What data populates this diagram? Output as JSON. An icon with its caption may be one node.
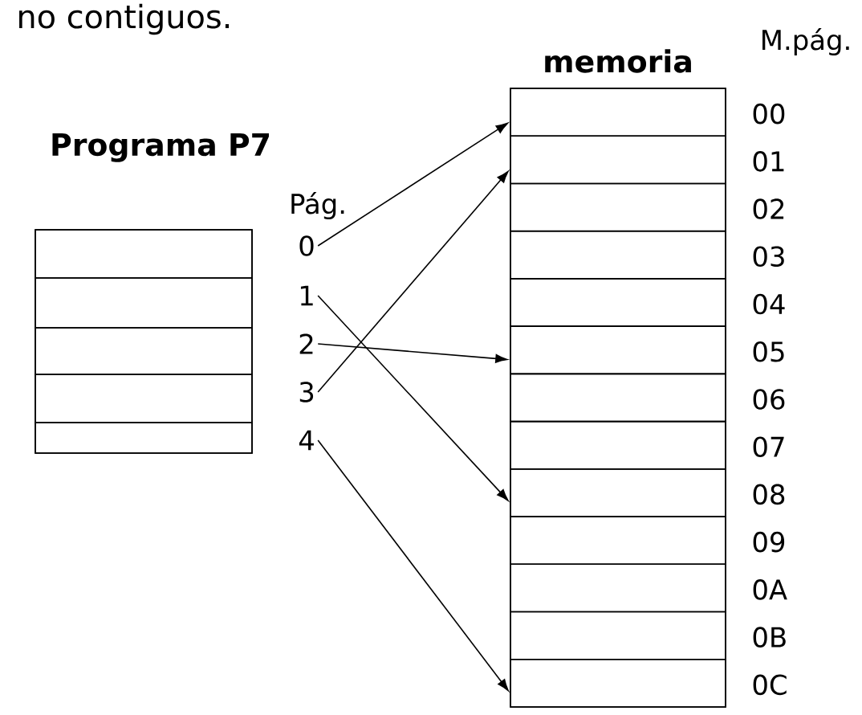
{
  "diagram": {
    "nodes": [
      {
        "text": [
          "Programa P7"
        ]
      },
      {
        "text": [],
        "shape": "box",
        "in": 0
      },
      {
        "text": [],
        "shape": "box",
        "in": 0
      },
      {
        "text": [],
        "shape": "box",
        "in": 0
      },
      {
        "text": [],
        "shape": "box",
        "in": 0
      },
      {
        "text": [],
        "shape": "box",
        "in": 0
      },
      {
        "text": [
          "0"
        ]
      },
      {
        "text": [
          "1"
        ]
      },
      {
        "text": [
          "2"
        ]
      },
      {
        "text": [
          "3"
        ]
      },
      {
        "text": [
          "4"
        ]
      },
      {
        "text": [
          "memoria"
        ]
      },
      {
        "text": [],
        "shape": "box",
        "in": 11,
        "beside": [
          "00"
        ]
      },
      {
        "text": [],
        "shape": "box",
        "in": 11,
        "beside": [
          "01"
        ]
      },
      {
        "text": [],
        "shape": "box",
        "in": 11,
        "beside": [
          "02"
        ]
      },
      {
        "text": [],
        "shape": "box",
        "in": 11,
        "beside": [
          "03"
        ]
      },
      {
        "text": [],
        "shape": "box",
        "in": 11,
        "beside": [
          "04"
        ]
      },
      {
        "text": [],
        "shape": "box",
        "in": 11,
        "beside": [
          "05"
        ]
      },
      {
        "text": [],
        "shape": "box",
        "in": 11,
        "beside": [
          "06"
        ]
      },
      {
        "text": [],
        "shape": "box",
        "in": 11,
        "beside": [
          "07"
        ]
      },
      {
        "text": [],
        "shape": "box",
        "in": 11,
        "beside": [
          "08"
        ]
      },
      {
        "text": [],
        "shape": "box",
        "in": 11,
        "beside": [
          "09"
        ]
      },
      {
        "text": [],
        "shape": "box",
        "in": 11,
        "beside": [
          "0A"
        ]
      },
      {
        "text": [],
        "shape": "box",
        "in": 11,
        "beside": [
          "0B"
        ]
      },
      {
        "text": [],
        "shape": "box",
        "in": 11,
        "beside": [
          "0C"
        ]
      }
    ],
    "edges": [
      {
        "from": 6,
        "to": 12,
        "arrow": "to"
      },
      {
        "from": 7,
        "to": 20,
        "arrow": "to"
      },
      {
        "from": 8,
        "to": 17,
        "arrow": "to"
      },
      {
        "from": 9,
        "to": 13,
        "arrow": "to"
      },
      {
        "from": 10,
        "to": 24,
        "arrow": "to"
      }
    ],
    "labels": [
      "no contiguos.",
      "Pág.",
      "M.pág."
    ]
  }
}
